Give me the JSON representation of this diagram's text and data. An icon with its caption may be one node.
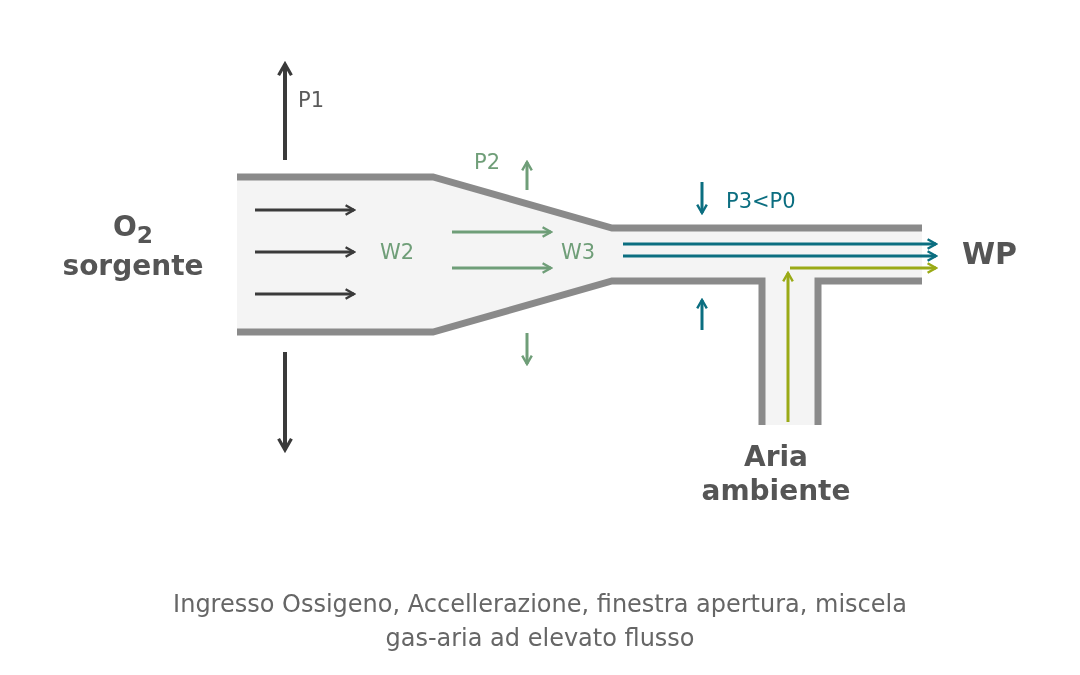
{
  "diagram": {
    "caption": "Ingresso Ossigeno, Accellerazione, finestra apertura, miscela gas-aria ad elevato flusso",
    "labels": [
      "P1",
      "O$_{2}$ sorgente",
      "P2",
      "W2",
      "W3",
      "P3<P0",
      "WP",
      "Aria ambiente"
    ]
  }
}
